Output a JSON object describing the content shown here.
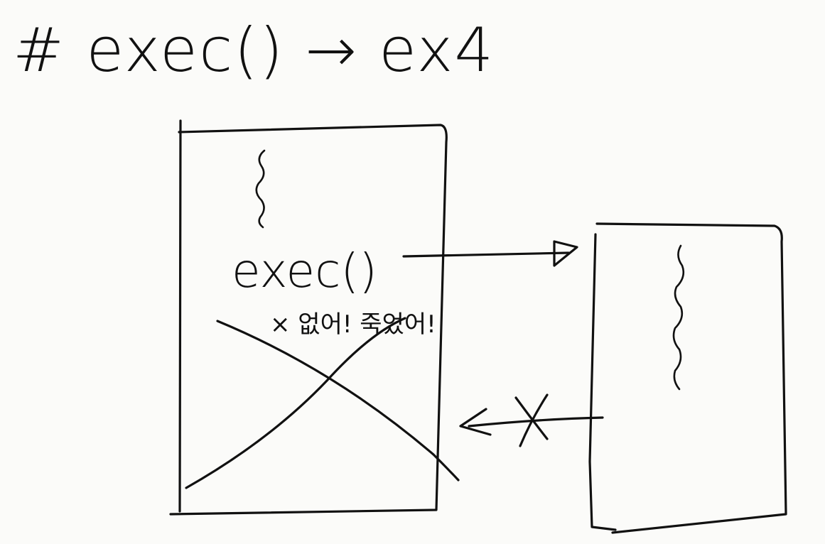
{
  "title": "# exec() → ex4",
  "caller_box": {
    "call_label": "exec()",
    "annotation": "× 없어! 죽었어!"
  },
  "colors": {
    "background": "#fbfbf9",
    "ink": "#111111"
  },
  "icons": {
    "squiggle": "code-squiggle-icon",
    "cross": "cross-icon"
  }
}
